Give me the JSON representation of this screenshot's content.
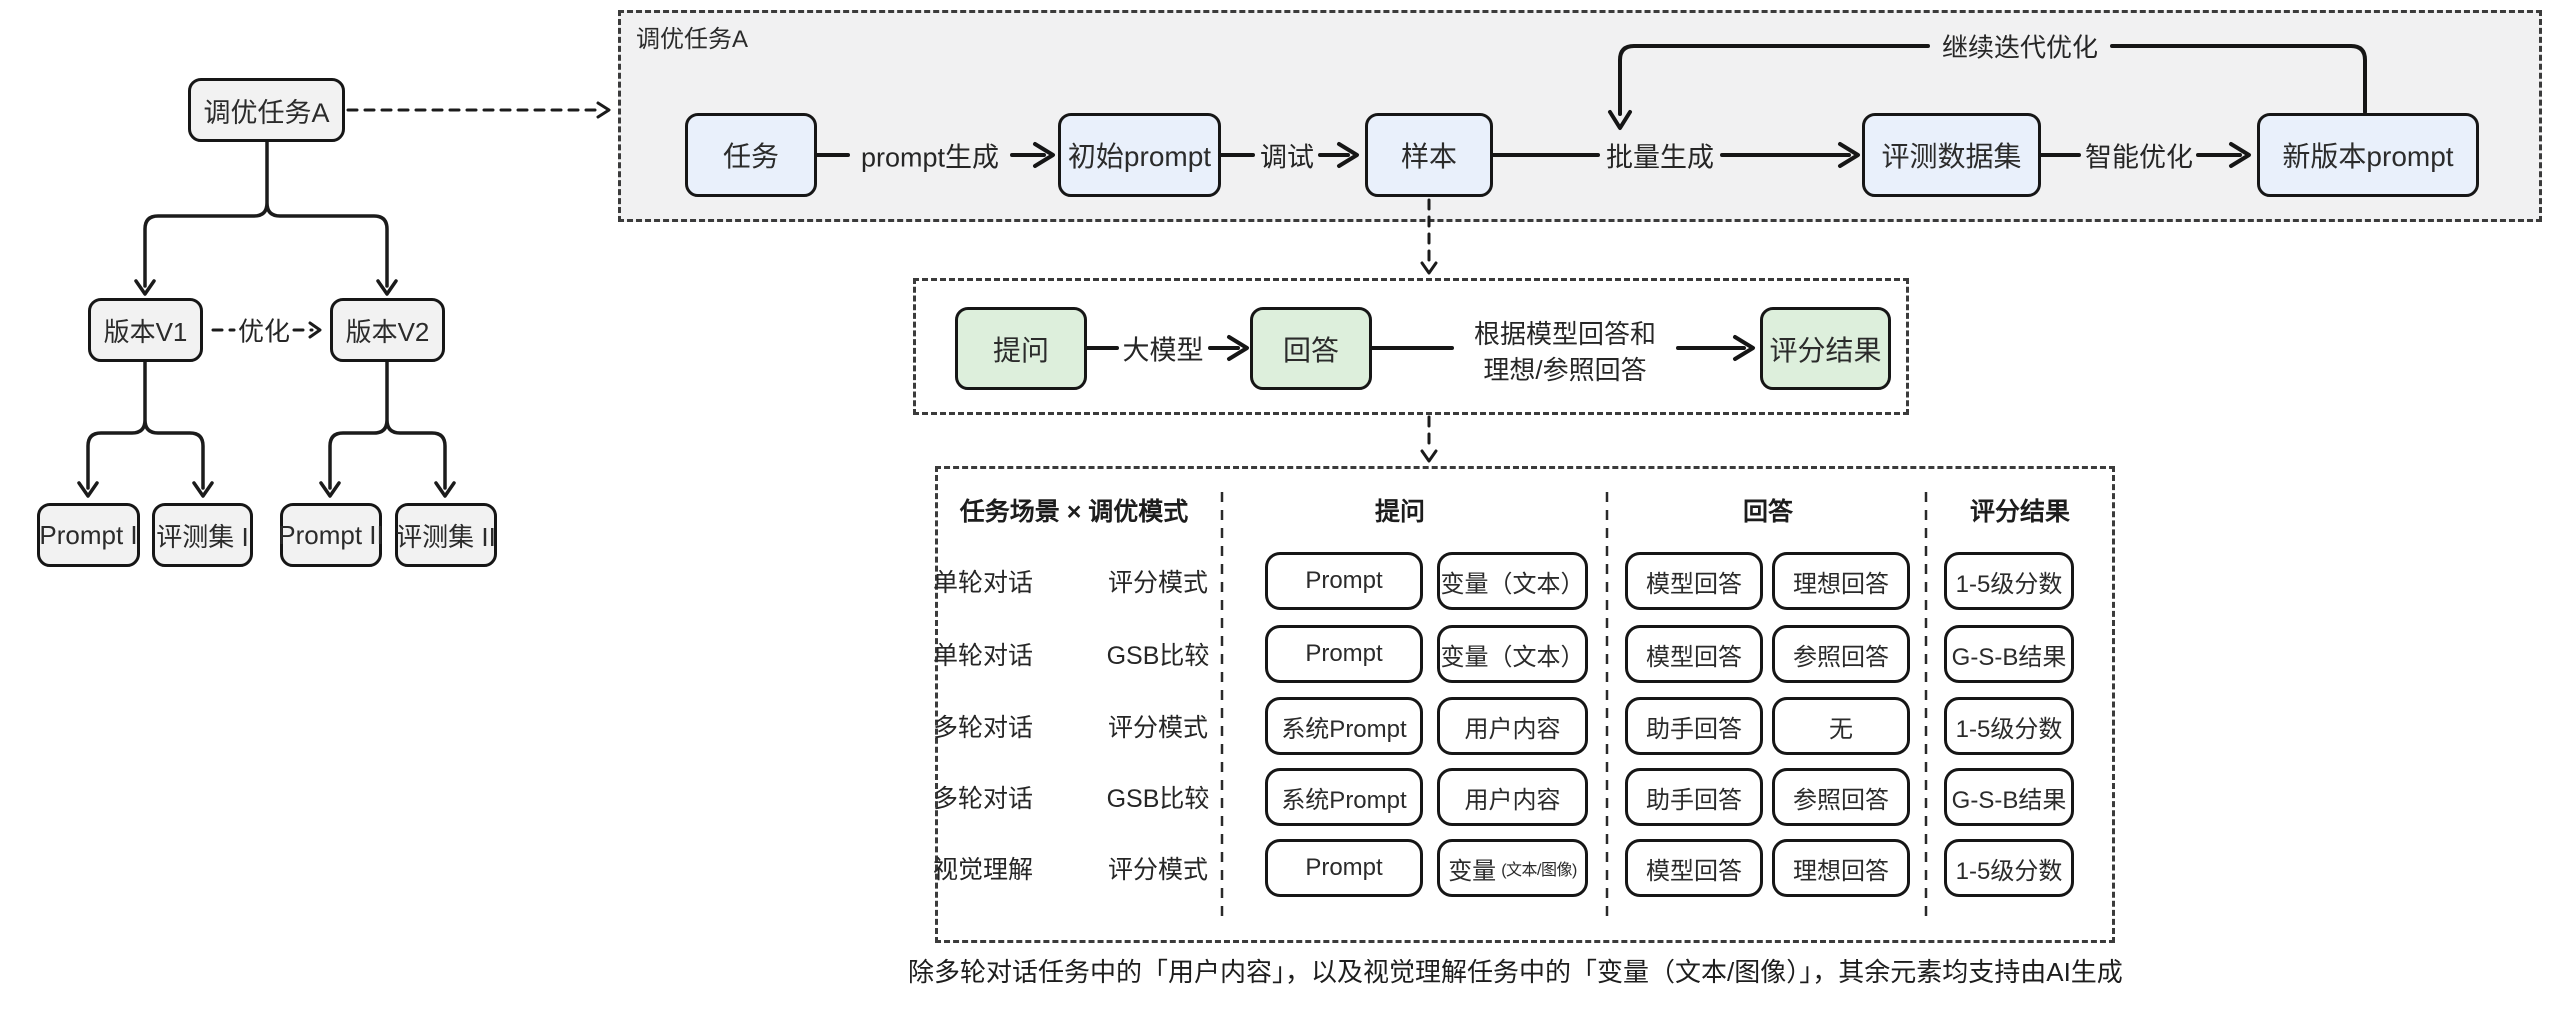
{
  "colors": {
    "node_blue": "#e9f0fb",
    "node_green": "#ddefdc",
    "node_gray": "#f2f2f2",
    "container_gray": "#f1f1f2",
    "ink": "#161616"
  },
  "tree": {
    "root": "调优任务A",
    "v1": "版本V1",
    "v2": "版本V2",
    "edge_optimize": "优化",
    "leaves": [
      "Prompt I",
      "评测集 I",
      "Prompt II",
      "评测集 II"
    ]
  },
  "pipeline": {
    "container_label": "调优任务A",
    "nodes": [
      "任务",
      "初始prompt",
      "样本",
      "评测数据集",
      "新版本prompt"
    ],
    "edges": [
      "prompt生成",
      "调试",
      "批量生成",
      "智能优化"
    ],
    "feedback": "继续迭代优化"
  },
  "eval_flow": {
    "ask": "提问",
    "llm": "大模型",
    "answer": "回答",
    "criteria_line1": "根据模型回答和",
    "criteria_line2": "理想/参照回答",
    "score": "评分结果"
  },
  "table": {
    "header_scenario": "任务场景 × 调优模式",
    "header_ask": "提问",
    "header_answer": "回答",
    "header_score": "评分结果",
    "rows": [
      {
        "scenario": "单轮对话",
        "mode": "评分模式",
        "ask1": "Prompt",
        "ask2": "变量（文本）",
        "ans1": "模型回答",
        "ans2": "理想回答",
        "score": "1-5级分数"
      },
      {
        "scenario": "单轮对话",
        "mode": "GSB比较",
        "ask1": "Prompt",
        "ask2": "变量（文本）",
        "ans1": "模型回答",
        "ans2": "参照回答",
        "score": "G-S-B结果"
      },
      {
        "scenario": "多轮对话",
        "mode": "评分模式",
        "ask1": "系统Prompt",
        "ask2": "用户内容",
        "ans1": "助手回答",
        "ans2": "无",
        "score": "1-5级分数"
      },
      {
        "scenario": "多轮对话",
        "mode": "GSB比较",
        "ask1": "系统Prompt",
        "ask2": "用户内容",
        "ans1": "助手回答",
        "ans2": "参照回答",
        "score": "G-S-B结果"
      },
      {
        "scenario": "视觉理解",
        "mode": "评分模式",
        "ask1": "Prompt",
        "ask2": "变量",
        "ask2_note": "(文本/图像)",
        "ans1": "模型回答",
        "ans2": "理想回答",
        "score": "1-5级分数"
      }
    ],
    "footnote": "除多轮对话任务中的「用户内容」，以及视觉理解任务中的「变量（文本/图像）」，其余元素均支持由AI生成"
  }
}
